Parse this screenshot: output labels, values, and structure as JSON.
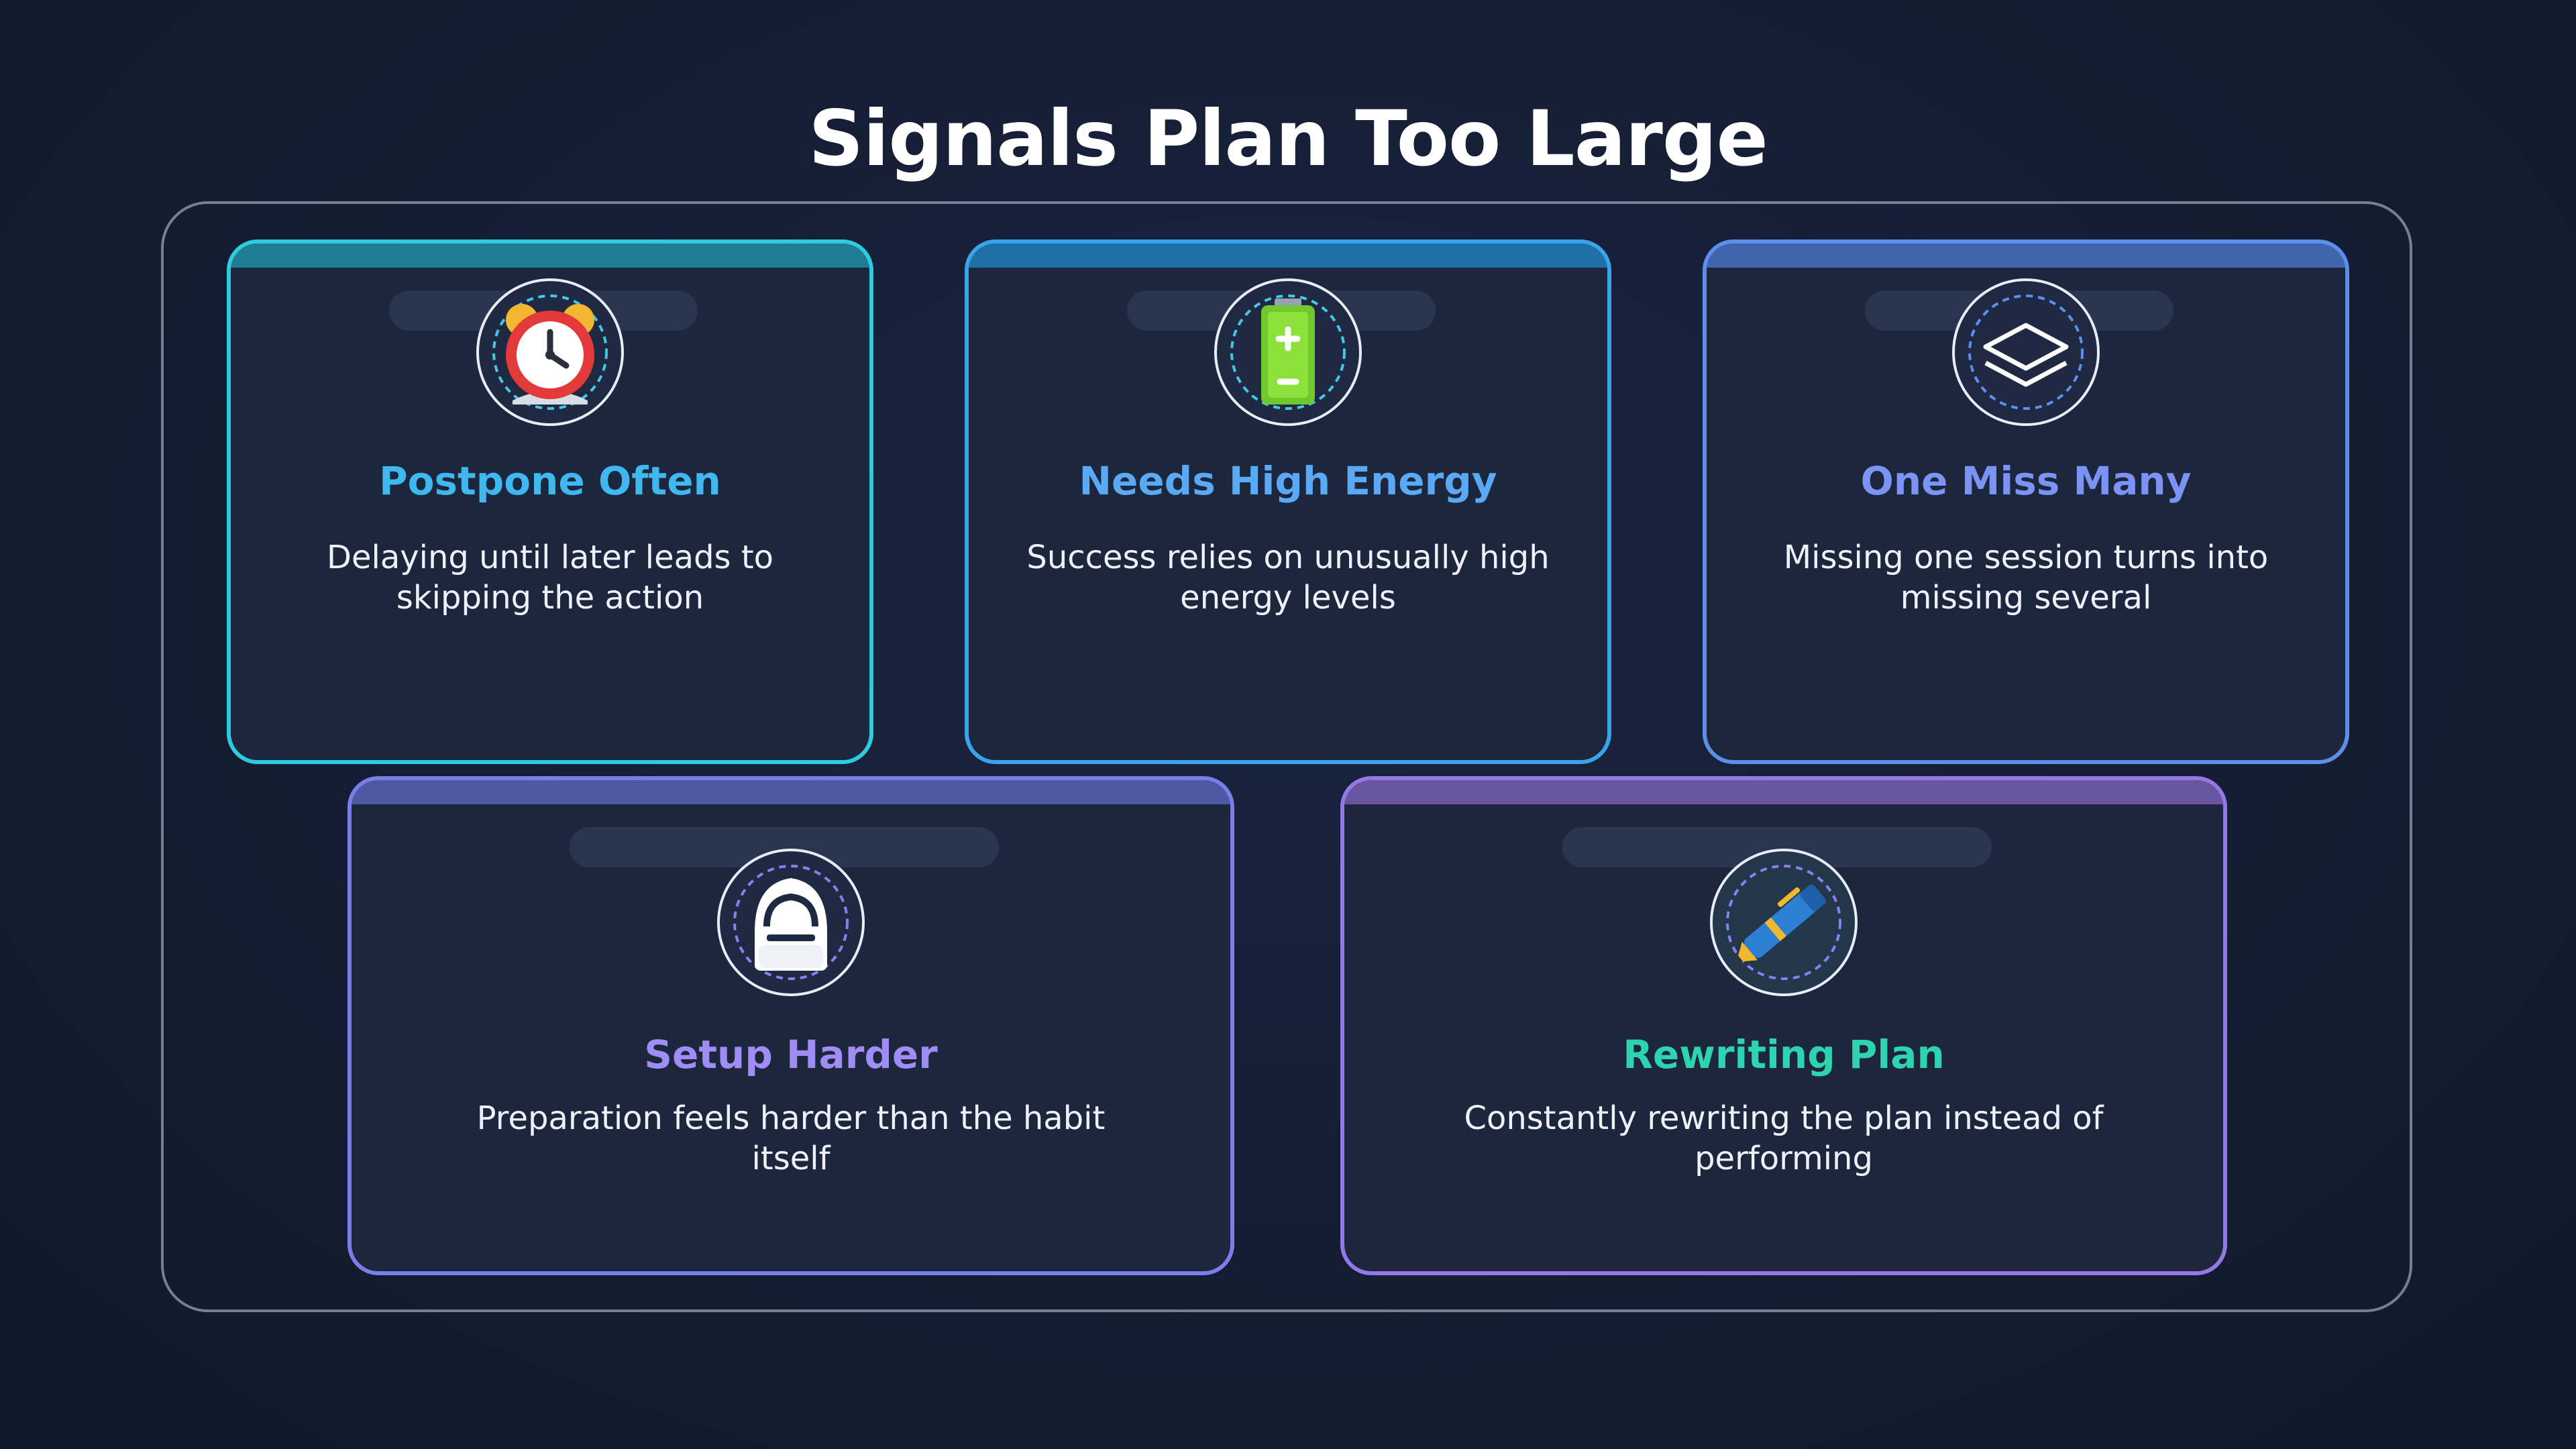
{
  "title": "Signals Plan Too Large",
  "cards": [
    {
      "title": "Postpone Often",
      "description": "Delaying until later leads to skipping the action",
      "icon": "alarm-clock-icon",
      "accent": "#2ecbe0",
      "title_color": "#3fb7ef"
    },
    {
      "title": "Needs High Energy",
      "description": "Success relies on unusually high energy levels",
      "icon": "battery-icon",
      "accent": "#3aa4ea",
      "title_color": "#5aa9f5"
    },
    {
      "title": "One Miss Many",
      "description": "Missing one session turns into missing several",
      "icon": "stacked-layers-icon",
      "accent": "#5b8fe8",
      "title_color": "#7b93f5"
    },
    {
      "title": "Setup Harder",
      "description": "Preparation feels harder than the habit itself",
      "icon": "backpack-icon",
      "accent": "#7a7fe8",
      "title_color": "#a08cf5"
    },
    {
      "title": "Rewriting Plan",
      "description": "Constantly rewriting the plan instead of performing",
      "icon": "pen-icon",
      "accent": "#9478e6",
      "title_color": "#2ed3b0"
    }
  ]
}
